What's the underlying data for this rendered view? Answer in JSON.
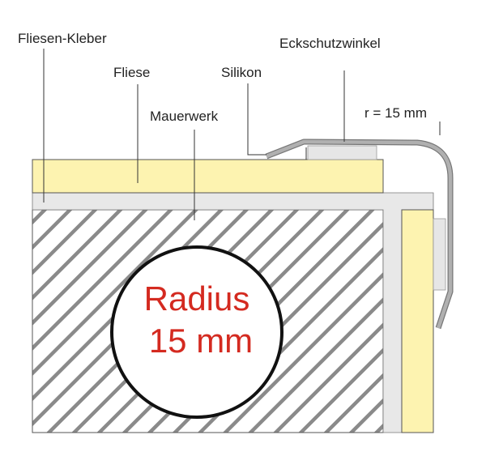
{
  "labels": {
    "adhesive": "Fliesen-Kleber",
    "tile": "Fliese",
    "silicone": "Silikon",
    "masonry": "Mauerwerk",
    "corner_profile": "Eckschutzwinkel",
    "radius_note": "r = 15 mm"
  },
  "callout": {
    "line1": "Radius",
    "line2": "15 mm"
  },
  "colors": {
    "tile": "#fdf3b0",
    "adhesive": "#e8e8e8",
    "profile": "#a9a9a9",
    "hatch": "#8a8a8a",
    "callout_text": "#d42a20"
  }
}
